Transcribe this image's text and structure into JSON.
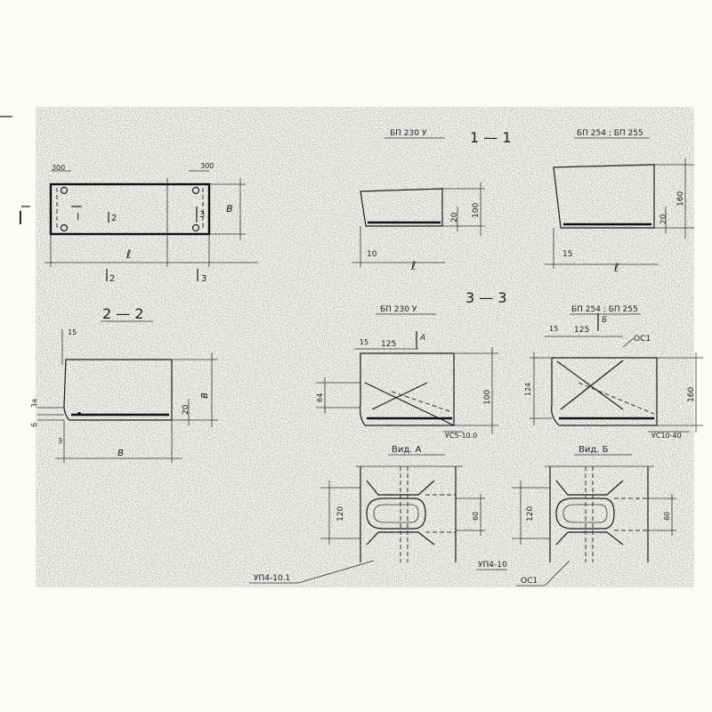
{
  "colors": {
    "paper": "#fbfbf8",
    "ink": "#1c1c1c"
  },
  "plan": {
    "section_mark": "I",
    "marks": [
      "I",
      "2",
      "3",
      "2",
      "3"
    ],
    "dims": {
      "end_left": "300",
      "end_right": "300",
      "width": "в",
      "length": "ℓ"
    }
  },
  "section_1_1": {
    "title": "1 — 1",
    "left": {
      "label": "БП 230 У",
      "dims": [
        "20",
        "100",
        "10",
        "ℓ"
      ]
    },
    "right": {
      "label": "БП 254 ; БП 255",
      "dims": [
        "20",
        "160",
        "15",
        "ℓ"
      ]
    }
  },
  "section_2_2": {
    "title": "2 — 2",
    "dims": [
      "15",
      "в",
      "20",
      "3",
      "6",
      "3а",
      "в"
    ]
  },
  "section_3_3": {
    "title": "3 — 3",
    "left": {
      "label": "БП 230 У",
      "dims": [
        "15",
        "125",
        "64",
        "100",
        "А"
      ],
      "callout": "УС5-10.0"
    },
    "right": {
      "label": "БП 254 ; БП 255",
      "dims": [
        "15",
        "125",
        "124",
        "160",
        "Б"
      ],
      "callout": "УС10-40",
      "part": "ОС1"
    }
  },
  "view_a": {
    "title": "Вид. А",
    "dims": [
      "120",
      "60"
    ],
    "callouts": [
      "УП4-10.1",
      "УП4-10"
    ]
  },
  "view_b": {
    "title": "Вид. Б",
    "dims": [
      "120",
      "60"
    ],
    "callouts": [
      "ОС1"
    ]
  }
}
